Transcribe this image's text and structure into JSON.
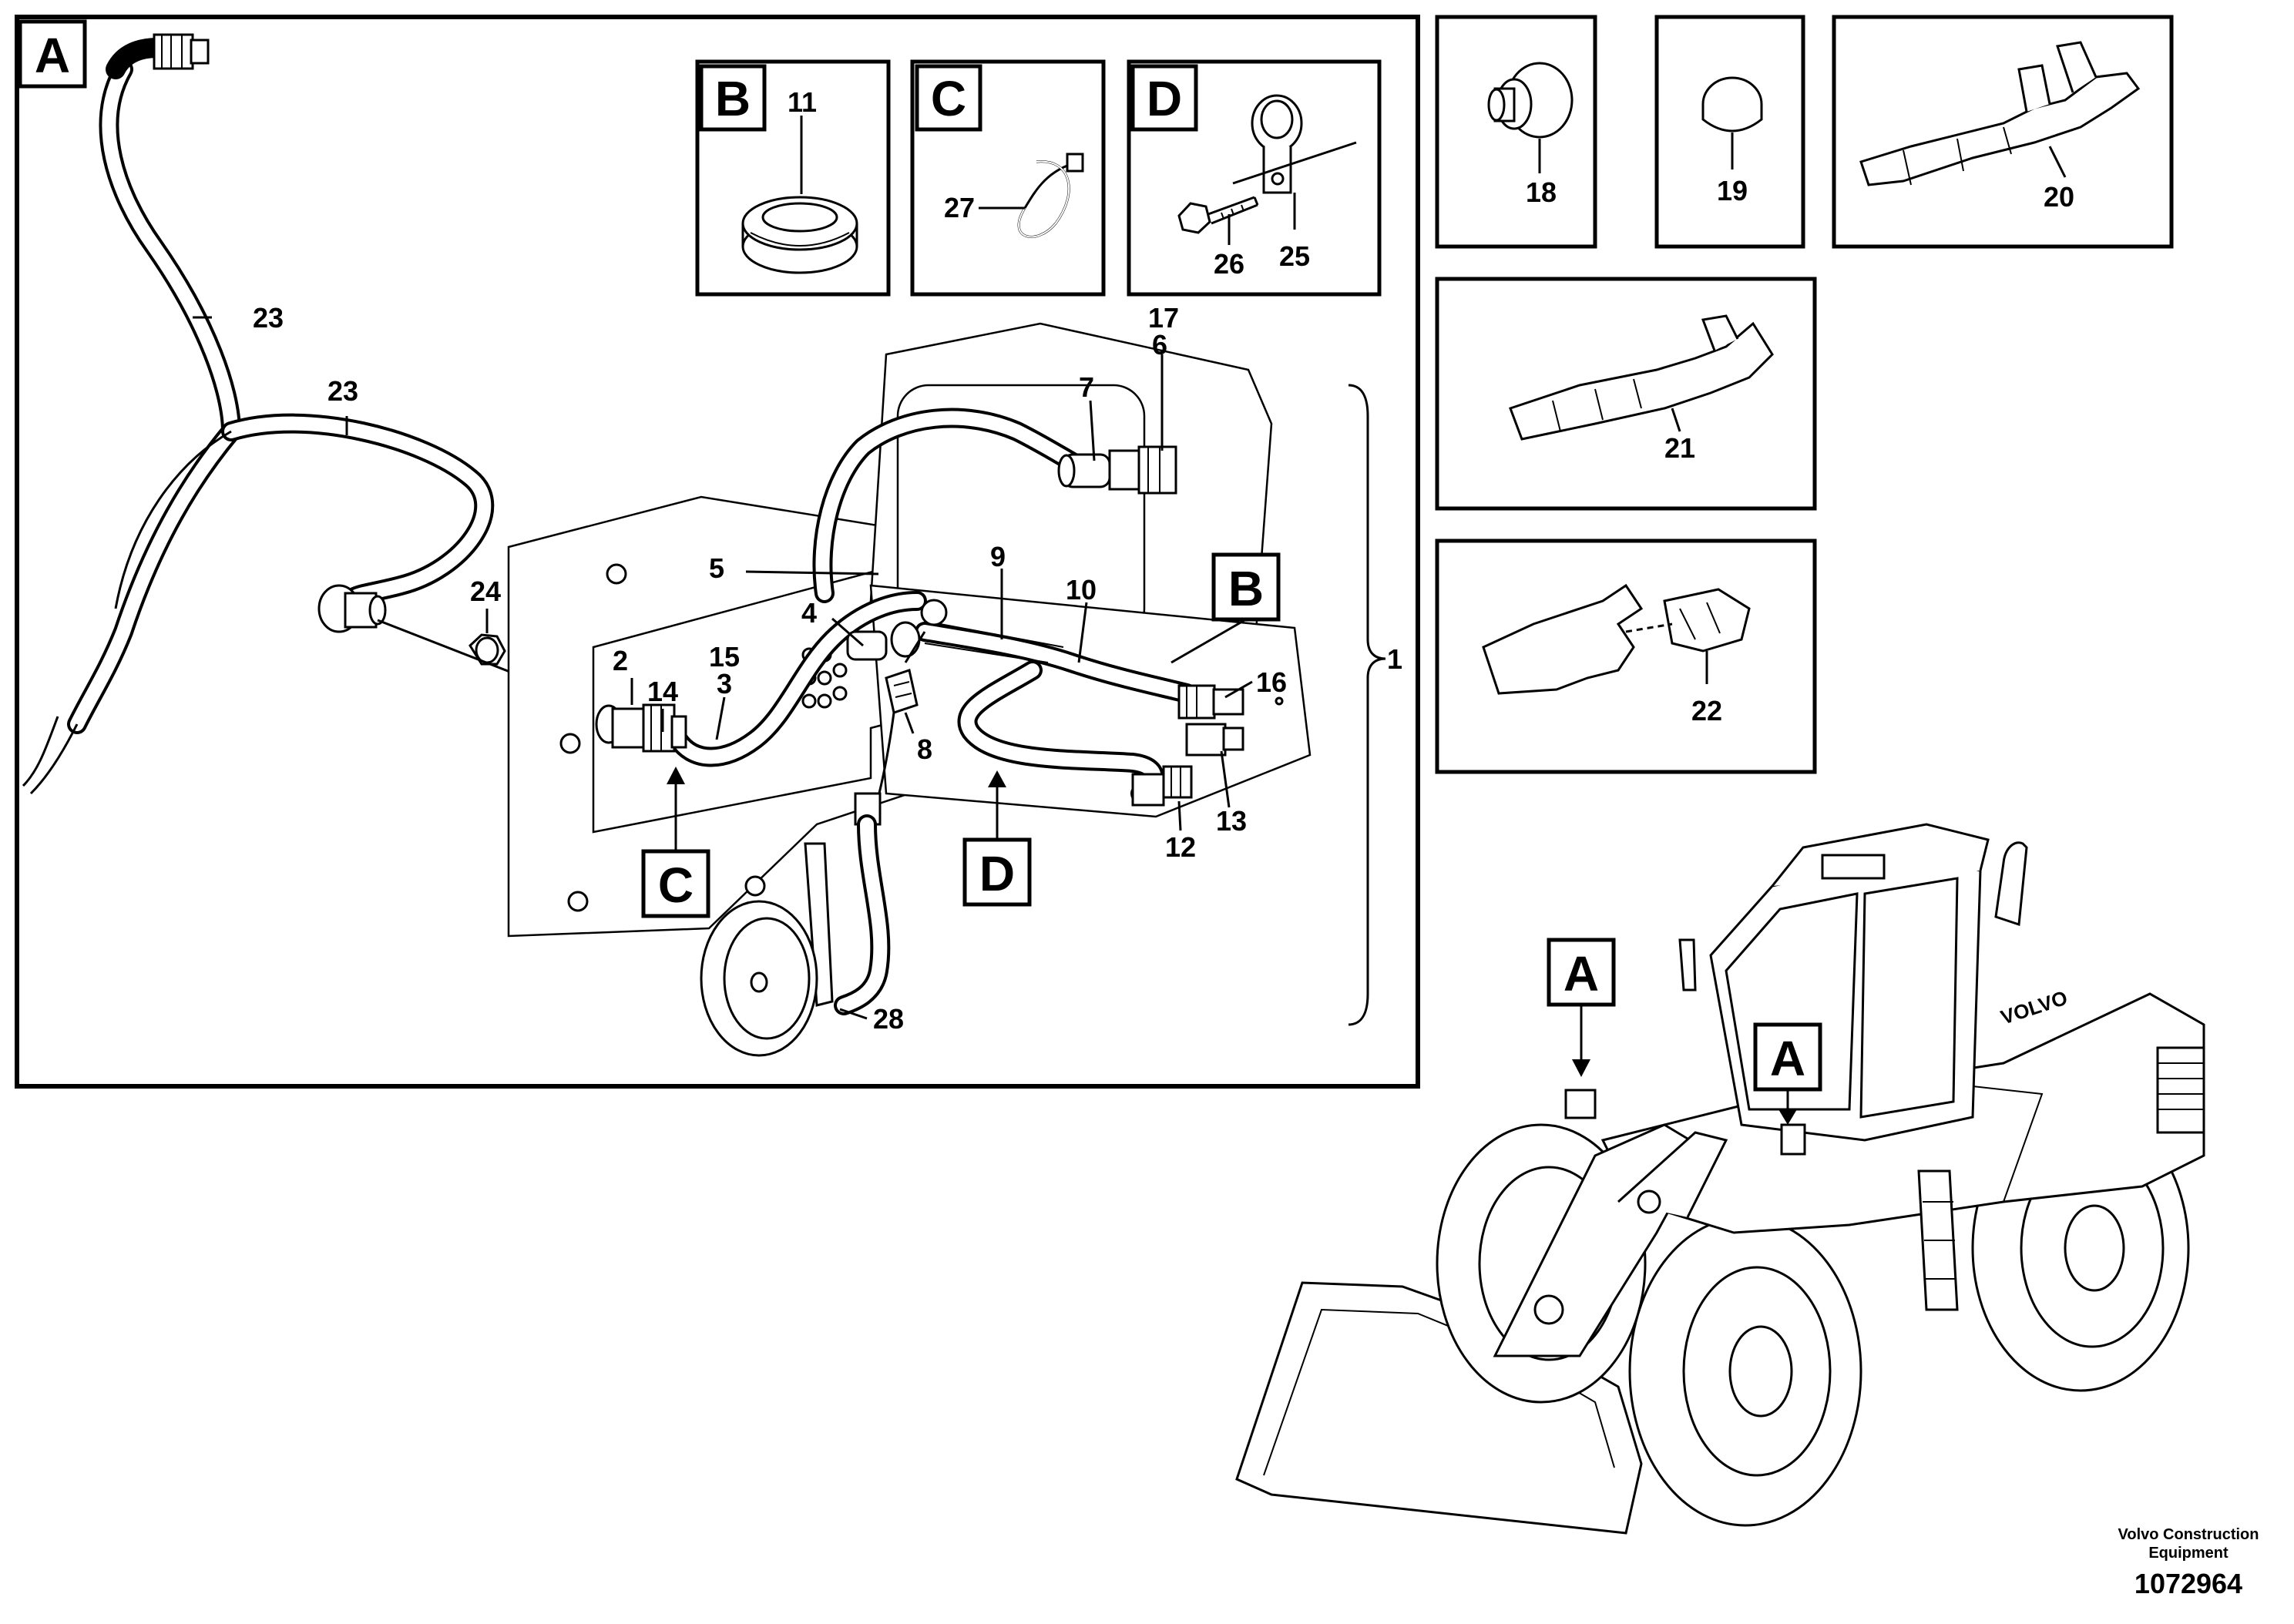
{
  "diagram": {
    "view_markers": {
      "main": "A",
      "b": "B",
      "c": "C",
      "d": "D",
      "callout_b": "B",
      "callout_c": "C",
      "callout_d": "D",
      "machine_a1": "A",
      "machine_a2": "A"
    },
    "part_numbers": [
      "1",
      "2",
      "3",
      "4",
      "5",
      "6",
      "7",
      "8",
      "9",
      "10",
      "11",
      "12",
      "13",
      "14",
      "15",
      "16",
      "17",
      "18",
      "19",
      "20",
      "21",
      "22",
      "23",
      "24",
      "25",
      "26",
      "27",
      "28"
    ],
    "brand_decal": "VOLVO",
    "footer": {
      "company_line1": "Volvo Construction",
      "company_line2": "Equipment",
      "drawing_number": "1072964"
    }
  }
}
